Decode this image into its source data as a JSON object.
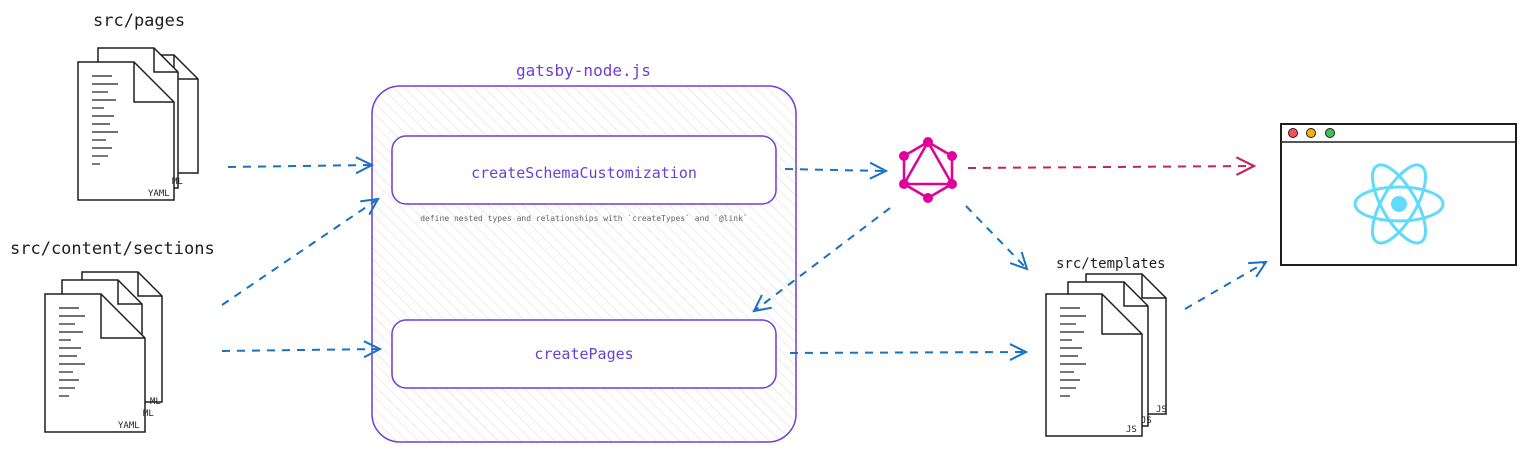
{
  "labels": {
    "src_pages": "src/pages",
    "src_content_sections": "src/content/sections",
    "gatsby_node": "gatsby-node.js",
    "create_schema": "createSchemaCustomization",
    "schema_note": "define nested types and relationships with `createTypes` and `@link`",
    "create_pages": "createPages",
    "src_templates": "src/templates"
  },
  "file_tags": {
    "pages_front": "YAML",
    "pages_back": "ML",
    "sections_front": "YAML",
    "sections_mid": "ML",
    "sections_back": "ML",
    "templates_front": "JS",
    "templates_mid": "JS",
    "templates_back": "JS"
  },
  "colors": {
    "blue_arrow": "#1971c2",
    "pink_arrow": "#c2255c",
    "graphql": "#e10098",
    "react": "#61dafb",
    "purple": "#6741d9"
  },
  "icons": [
    "graphql-icon",
    "react-icon",
    "browser-window-icon",
    "file-stack-icon"
  ]
}
